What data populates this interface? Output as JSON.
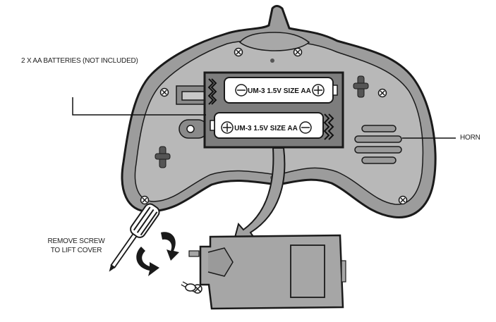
{
  "labels": {
    "batteries": "2 X AA BATTERIES (NOT INCLUDED)",
    "horn": "HORN",
    "remove_screw_line1": "REMOVE SCREW",
    "remove_screw_line2": "TO LIFT COVER"
  },
  "battery_top": {
    "text": "UM-3 1.5V SIZE AA",
    "left_terminal": "minus",
    "right_terminal": "plus"
  },
  "battery_bottom": {
    "text": "UM-3 1.5V SIZE AA",
    "left_terminal": "plus",
    "right_terminal": "minus"
  },
  "colors": {
    "body": "#9c9c9c",
    "body_dark": "#7d7d7d",
    "inner": "#b8b8b8",
    "battery": "#ffffff",
    "cover": "#a6a6a6",
    "outline": "#1a1a1a"
  }
}
